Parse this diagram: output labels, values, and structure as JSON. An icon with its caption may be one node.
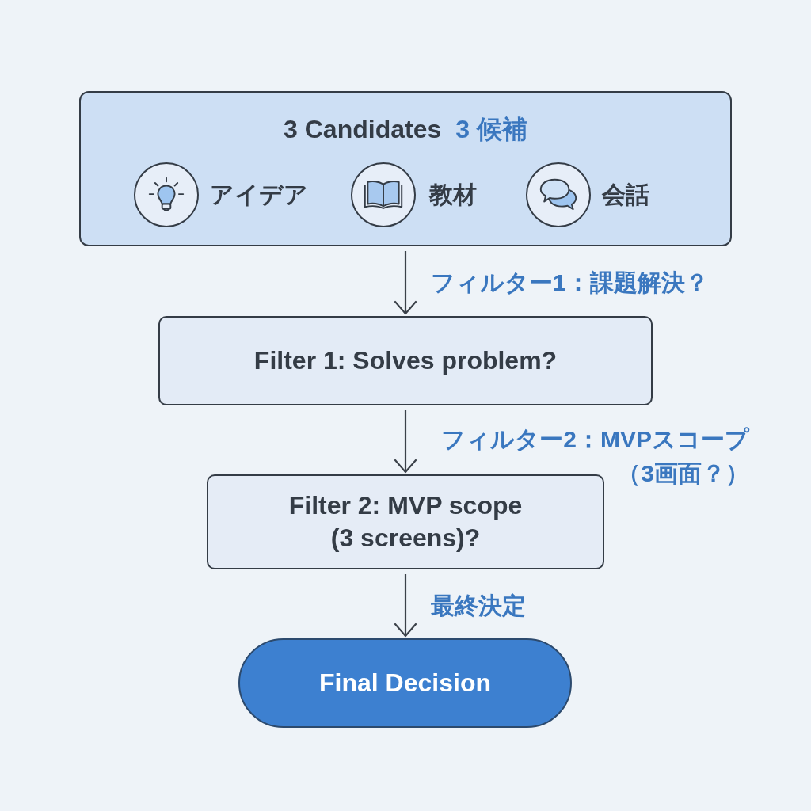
{
  "diagram": {
    "nodes": [
      {
        "text": [
          "3 Candidates",
          "3 候補"
        ]
      },
      {
        "text": [],
        "shape": "circle",
        "beside": [
          "アイデア"
        ],
        "in": 0
      },
      {
        "text": [],
        "shape": "circle",
        "beside": [
          "教材"
        ],
        "in": 0
      },
      {
        "text": [],
        "shape": "circle",
        "beside": [
          "会話"
        ],
        "in": 0
      },
      {
        "text": [
          "Filter 1: Solves problem?"
        ]
      },
      {
        "text": [
          "Filter 2: MVP scope (3 screens)?"
        ]
      },
      {
        "text": [
          "Final Decision"
        ]
      }
    ],
    "edges": [
      {
        "from": 0,
        "to": 4,
        "arrow": "to",
        "label": "フィルター1：課題解決？"
      },
      {
        "from": 4,
        "to": 5,
        "arrow": "to",
        "label": "フィルター2：MVPスコープ（3画面？）"
      },
      {
        "from": 5,
        "to": 6,
        "arrow": "to",
        "label": "最終決定"
      }
    ]
  }
}
